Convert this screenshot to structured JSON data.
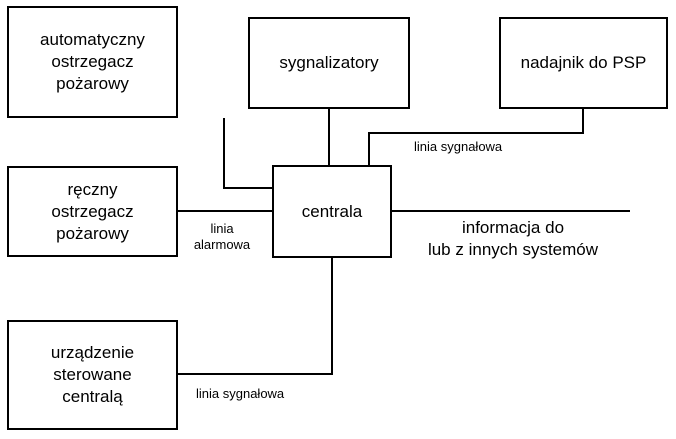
{
  "boxes": {
    "auto_detector": "automatyczny\nostrzegacz\npożarowy",
    "manual_detector": "ręczny\nostrzegacz\npożarowy",
    "controlled_device": "urządzenie\nsterowane\ncentralą",
    "signalers": "sygnalizatory",
    "transmitter": "nadajnik do PSP",
    "central": "centrala"
  },
  "labels": {
    "signal_line_top": "linia sygnałowa",
    "alarm_line": "linia\nalarmowa",
    "info_exchange": "informacja do\nlub z innych systemów",
    "signal_line_bottom": "linia sygnałowa"
  }
}
